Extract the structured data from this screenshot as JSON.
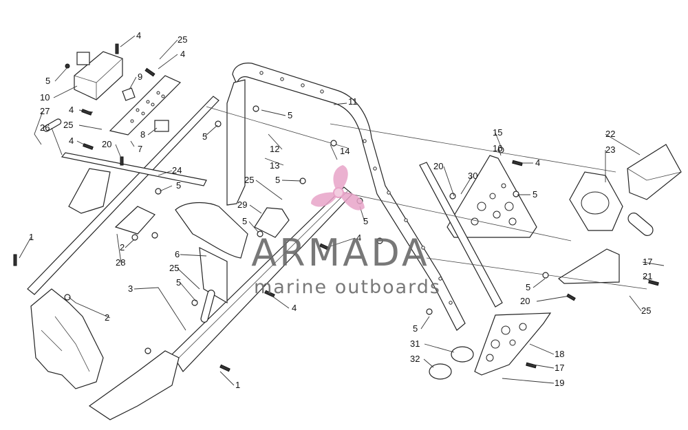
{
  "diagram": {
    "callouts": [
      "4",
      "25",
      "4",
      "5",
      "9",
      "10",
      "27",
      "4",
      "25",
      "26",
      "8",
      "4",
      "7",
      "20",
      "24",
      "5",
      "5",
      "11",
      "5",
      "12",
      "13",
      "14",
      "15",
      "16",
      "20",
      "30",
      "4",
      "5",
      "22",
      "23",
      "5",
      "25",
      "29",
      "5",
      "5",
      "4",
      "1",
      "2",
      "28",
      "6",
      "25",
      "5",
      "3",
      "2",
      "4",
      "17",
      "5",
      "21",
      "20",
      "25",
      "5",
      "18",
      "31",
      "32",
      "17",
      "19",
      "1"
    ]
  },
  "watermark": {
    "brand": "ARMADA",
    "tagline": "marine outboards",
    "logo_icon": "propeller-logo-icon",
    "accent_color": "#e8a3c8",
    "text_color": "#6a6a6a"
  }
}
